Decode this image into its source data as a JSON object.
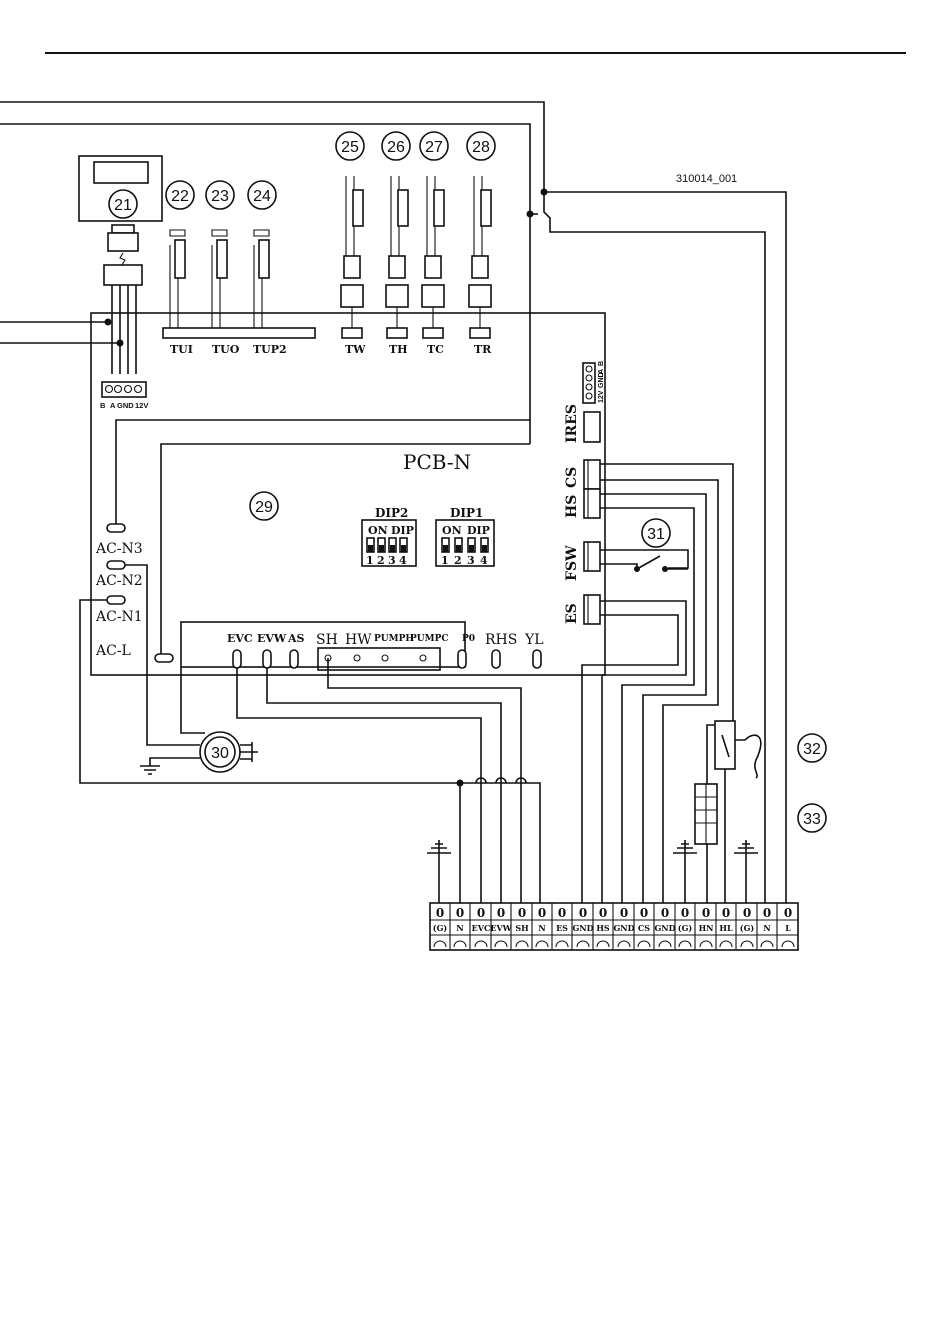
{
  "doc_code": "310014_001",
  "board_label": "PCB-N",
  "callouts": [
    "21",
    "22",
    "23",
    "24",
    "25",
    "26",
    "27",
    "28",
    "29",
    "30",
    "31",
    "32",
    "33"
  ],
  "remote_terminals": [
    "B",
    "A",
    "GND",
    "12V"
  ],
  "pcb_terminals": [
    "12V",
    "GND",
    "A",
    "B"
  ],
  "thermistors_left": [
    "TUI",
    "TUO",
    "TUP2"
  ],
  "thermistors_right": [
    "TW",
    "TH",
    "TC",
    "TR"
  ],
  "right_connectors": [
    "IRES",
    "CS",
    "HS",
    "FSW",
    "ES"
  ],
  "ac_labels": [
    "AC-N3",
    "AC-N2",
    "AC-N1",
    "AC-L"
  ],
  "dip2": {
    "title": "DIP2",
    "on": "ON",
    "dip": "DIP",
    "numbers": [
      "1",
      "2",
      "3",
      "4"
    ]
  },
  "dip1": {
    "title": "DIP1",
    "on": "ON",
    "dip": "DIP",
    "numbers": [
      "1",
      "2",
      "3",
      "4"
    ]
  },
  "bottom_outputs": [
    "EVC",
    "EVW",
    "AS",
    "SH",
    "HW",
    "PUMPH",
    "PUMPC",
    "P0",
    "RHS",
    "YL"
  ],
  "terminal_block": {
    "zeros": [
      "0",
      "0",
      "0",
      "0",
      "0",
      "0",
      "0",
      "0",
      "0",
      "0",
      "0",
      "0",
      "0",
      "0",
      "0",
      "0",
      "0",
      "0"
    ],
    "labels": [
      "(G)",
      "N",
      "EVC",
      "EVW",
      "SH",
      "N",
      "ES",
      "GND",
      "HS",
      "GND",
      "CS",
      "GND",
      "(G)",
      "HN",
      "HL",
      "(G)",
      "N",
      "L"
    ]
  }
}
